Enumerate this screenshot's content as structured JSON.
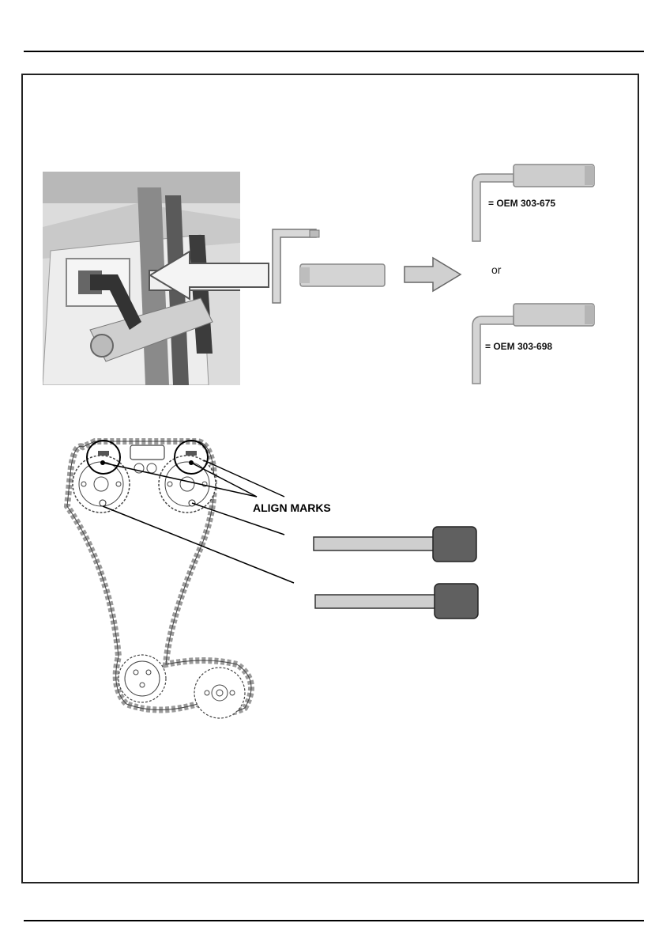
{
  "tools": {
    "tool_a_label": "= OEM 303-675",
    "or_label": "or",
    "tool_b_label": "= OEM 303-698"
  },
  "diagram": {
    "align_marks_label": "ALIGN MARKS"
  }
}
